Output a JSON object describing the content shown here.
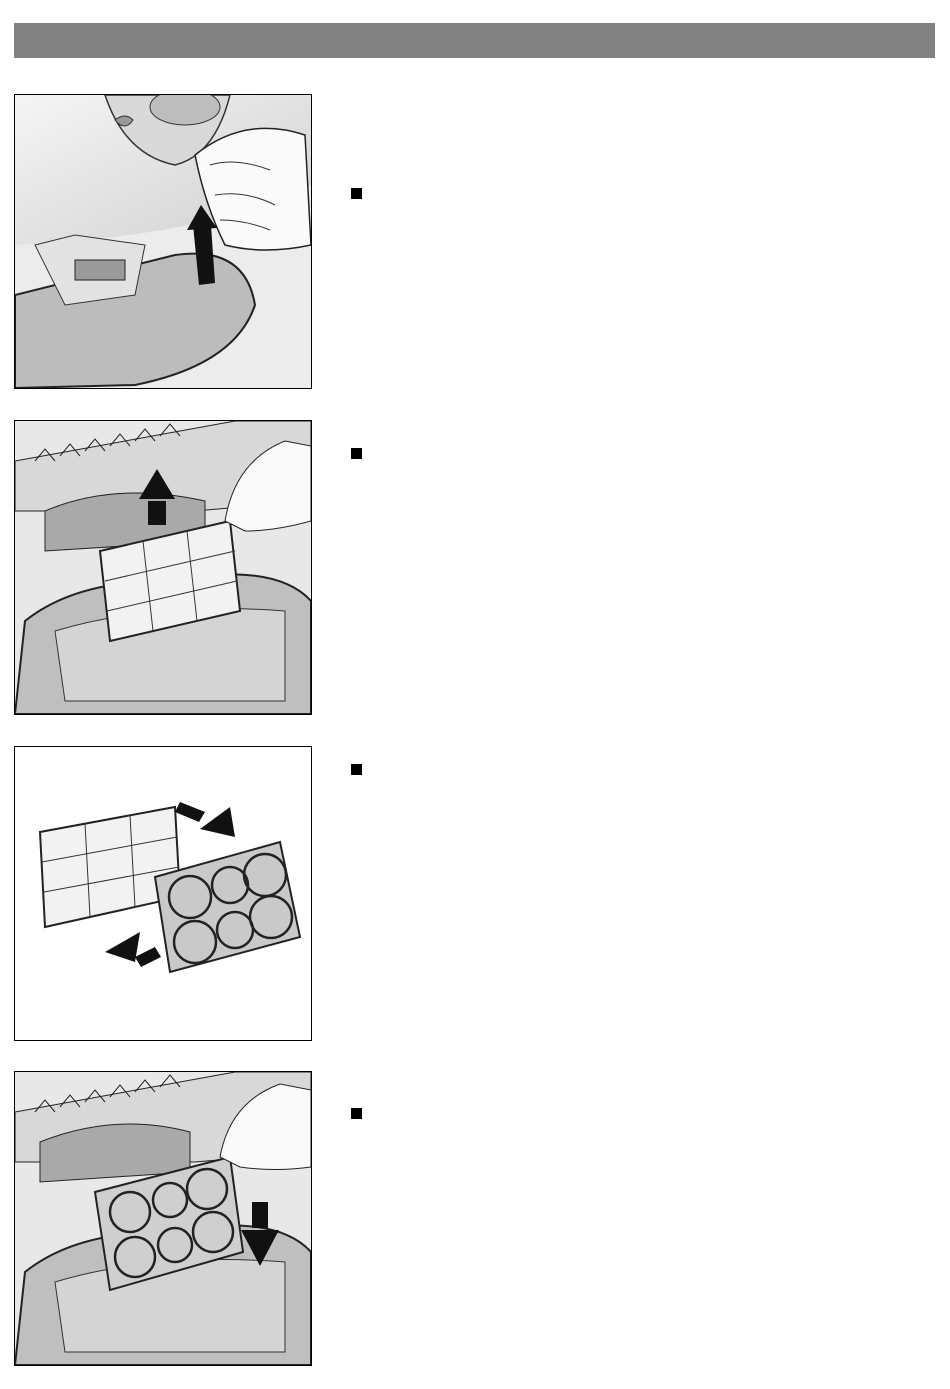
{
  "header": {
    "color": "#828282"
  },
  "steps": [
    {
      "illustration": "lift-cover-illustration",
      "bullet": "square-bullet"
    },
    {
      "illustration": "remove-filter-illustration",
      "bullet": "square-bullet"
    },
    {
      "illustration": "replace-filter-insert-illustration",
      "bullet": "square-bullet"
    },
    {
      "illustration": "insert-filter-illustration",
      "bullet": "square-bullet"
    }
  ]
}
